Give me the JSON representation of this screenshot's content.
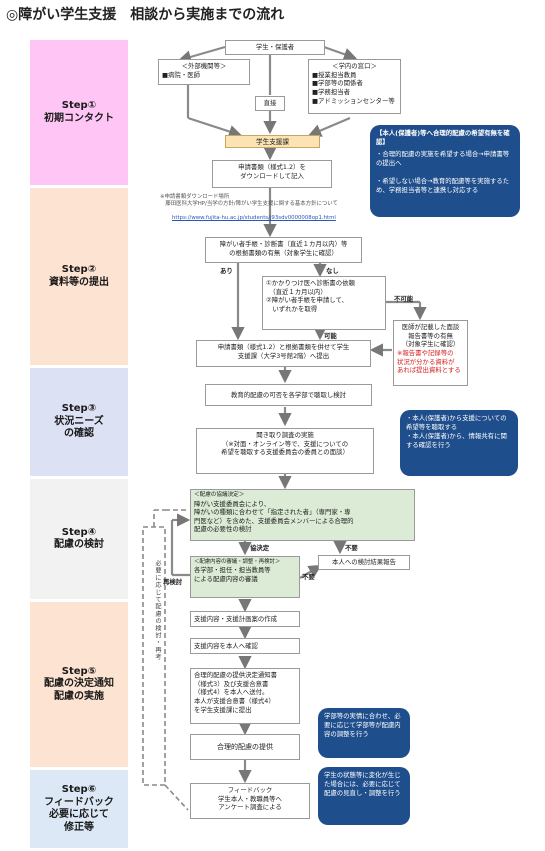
{
  "title": "◎障がい学生支援　相談から実施までの流れ",
  "steps": [
    {
      "label": "Step①\n初期コンタクト",
      "color": "#ffc6f5"
    },
    {
      "label": "Step②\n資料等の提出",
      "color": "#fde3d1"
    },
    {
      "label": "Step③\n状況ニーズ\nの確認",
      "color": "#dde1f4"
    },
    {
      "label": "Step④\n配慮の検討",
      "color": "#f2f2f2"
    },
    {
      "label": "Step⑤\n配慮の決定通知\n配慮の実施",
      "color": "#fde3d1"
    },
    {
      "label": "Step⑥\nフィードバック\n必要に応じて\n修正等",
      "color": "#dce8f5"
    }
  ],
  "boxes": {
    "student": "学生・保護者",
    "external_title": "＜外部機関等＞",
    "external_body": "■病院・医師",
    "direct": "直接",
    "campus_title": "＜学内の窓口＞",
    "campus_body": "■授業担当教員\n■学部等の関係者\n■学務担当者\n■アドミッションセンター等",
    "support_office": "学生支援課",
    "apply_form": "申請書類（様式1.2）を\nダウンロードして記入",
    "download_note": "※申請書類ダウンロード場所\n　藤田医科大学HP/当学の方針/障がい学生支援に関する基本方針について",
    "download_url": "https://www.fujita-hu.ac.jp/students/j93sdv0000008op1.html",
    "cert_check": "障がい者手帳・診断書（直近１カ月以内）等\nの根拠書類の有無（対象学生に確認）",
    "yes": "あり",
    "no": "なし",
    "cert_options": "①かかりつけ医へ診断書の依頼\n　（直近１カ月以内）\n②障がい者手帳を申請して、\n　いずれかを取得",
    "impossible": "不可能",
    "possible": "可能",
    "doctor_report": "医師が記載した面談\n報告書等の有無\n（対象学生に確認）",
    "doctor_report_red": "※報告書や記録等の\n状況が分かる資料が\nあれば提出資料とする",
    "submit": "申請書類（様式1.2）と根拠書類を併せて学生\n支援課（大学3号館2階）へ提出",
    "committee_review": "教育的配慮の可否を各学部で聴取し検討",
    "interview": "聞き取り調査の実施\n（※対面・オンライン等で、支援についての\n希望を聴取する支援委員会の委員との面談）",
    "ruling_title": "＜配慮の協議決定＞",
    "ruling_body": "障がい支援委員会により、\n障がいの種類に合わせて「指定された者」（専門家・専\n門医など）を含めた、支援委員会メンバーによる合理的\n配慮の必要性の検討",
    "decide": "協決定",
    "unneeded": "不要",
    "result_report": "本人への検討結果報告",
    "review_again": "再検討",
    "coord_title": "＜配慮内容の審議・調整・再検討＞",
    "coord_body": "各学部・担任・担当教員等\nによる配慮内容の審議",
    "unneeded2": "不要",
    "plan": "支援内容・支援計画案の作成",
    "confirm": "支援内容を本人へ確認",
    "notify": "合理的配慮の提供決定通知書\n（様式3）及び支援合意書\n（様式4）を本人へ送付。\n本人が支援合意書（様式4）\nを学生支援課に提出",
    "provide": "合理的配慮の提供",
    "feedback": "フィードバック\n学生本人・教職員等へ\nアンケート調査による",
    "dashed_loop": "必要に応じて配慮の検討・再考"
  },
  "callouts": {
    "c1_title": "【本人(保護者)等へ合理的配慮の希望有無を確認】",
    "c1_body": "・合理的配慮の実施を希望する場合→申請書等の提出へ\n\n・希望しない場合→教育的配慮等を実施するため、学務担当者等と連携し対応する",
    "c2": "・本人(保護者)から支援についての希望等を聴取する\n・本人(保護者)から、情報共有に関する確認を行う",
    "c3": "学部等の実情に合わせ、必要に応じて学部等が配慮内容の調整を行う",
    "c4": "学生の状態等に変化が生じた場合には、必要に応じて配慮の見直し・調整を行う"
  },
  "colors": {
    "accent_blue": "#1f4e8c",
    "green_box": "#dcebd5",
    "yellow_box": "#fbe3b3"
  }
}
